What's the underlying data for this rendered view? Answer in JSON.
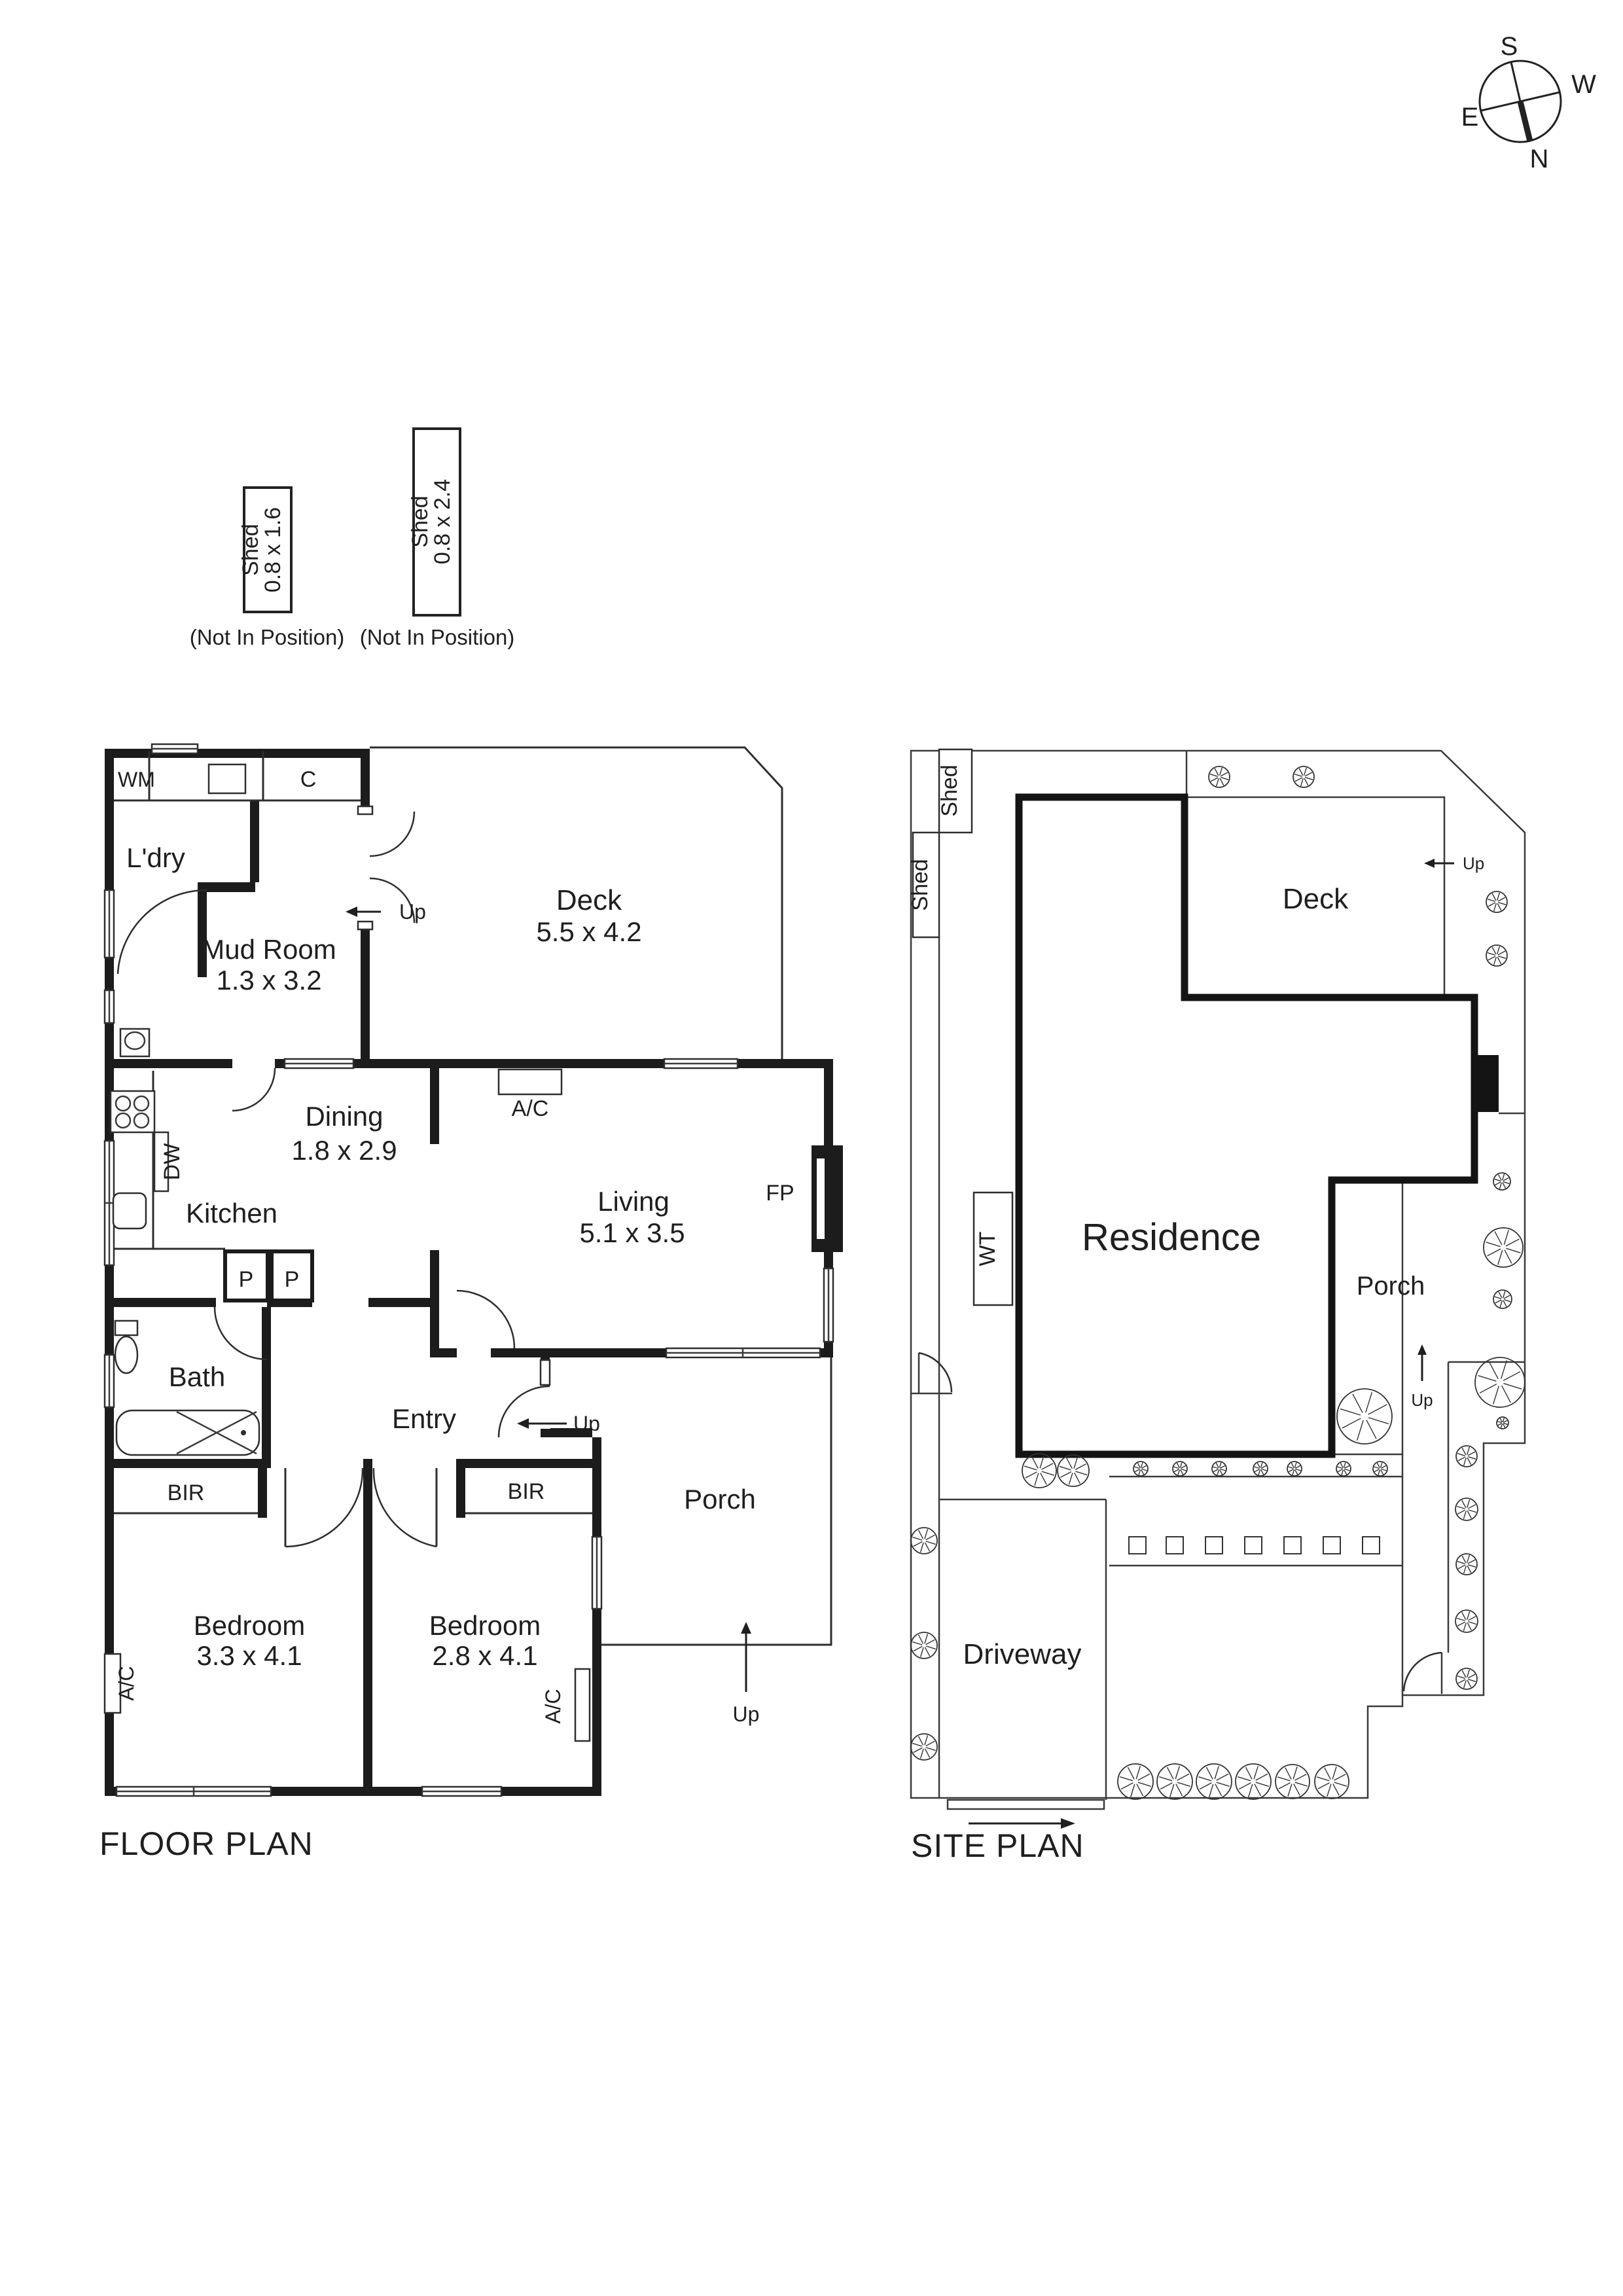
{
  "compass": {
    "n": "N",
    "s": "S",
    "e": "E",
    "w": "W"
  },
  "annotations": {
    "shed1": {
      "label": "Shed",
      "dims": "0.8 x 1.6",
      "note": "(Not In Position)"
    },
    "shed2": {
      "label": "Shed",
      "dims": "0.8 x 2.4",
      "note": "(Not In Position)"
    }
  },
  "floor_plan": {
    "title": "FLOOR PLAN",
    "rooms": {
      "ldry": "L'dry",
      "mud_name": "Mud Room",
      "mud_dims": "1.3 x 3.2",
      "deck_name": "Deck",
      "deck_dims": "5.5 x 4.2",
      "dining_name": "Dining",
      "dining_dims": "1.8 x 2.9",
      "kitchen": "Kitchen",
      "living_name": "Living",
      "living_dims": "5.1 x 3.5",
      "bath": "Bath",
      "entry": "Entry",
      "porch": "Porch",
      "bed1_name": "Bedroom",
      "bed1_dims": "3.3 x 4.1",
      "bed2_name": "Bedroom",
      "bed2_dims": "2.8 x 4.1"
    },
    "fixtures": {
      "wm": "WM",
      "c": "C",
      "dw": "DW",
      "p": "P",
      "fp": "FP",
      "ac": "A/C",
      "bir": "BIR",
      "up": "Up"
    }
  },
  "site_plan": {
    "title": "SITE PLAN",
    "labels": {
      "shed": "Shed",
      "deck": "Deck",
      "residence": "Residence",
      "wt": "WT",
      "porch": "Porch",
      "driveway": "Driveway",
      "up": "Up"
    }
  }
}
